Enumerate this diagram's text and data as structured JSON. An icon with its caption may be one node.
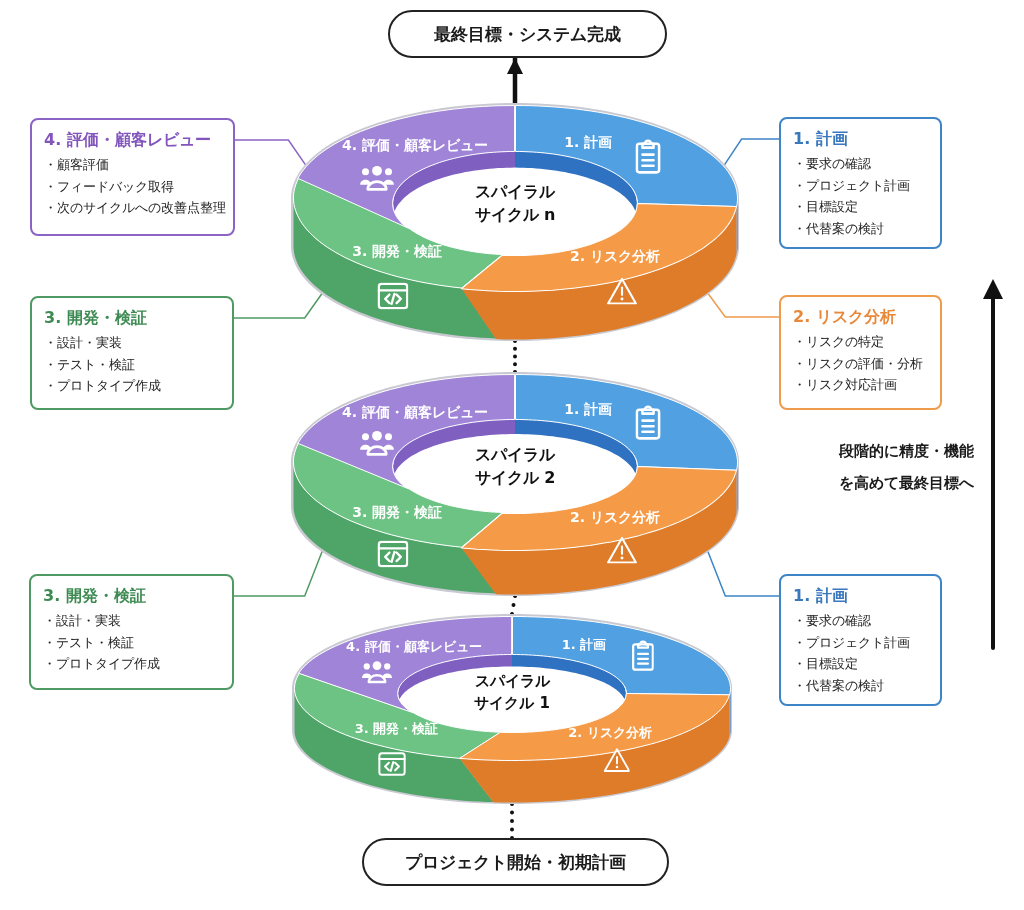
{
  "diagram": {
    "nodes": [
      {
        "text": [
          "最終目標・システム完成"
        ]
      },
      {
        "text": [
          "4. 評価・顧客レビュー",
          "・顧客評価",
          "・フィードバック取得",
          "・次のサイクルへの改善点整理"
        ]
      },
      {
        "text": [
          "スパイラルサイクル n"
        ]
      },
      {
        "text": [
          "4. 評価・顧客レビュー"
        ],
        "in": 2
      },
      {
        "text": [
          "1. 計画"
        ],
        "in": 2
      },
      {
        "text": [
          "3. 開発・検証"
        ],
        "in": 2
      },
      {
        "text": [
          "2. リスク分析"
        ],
        "in": 2
      },
      {
        "text": [
          "1. 計画",
          "・要求の確認",
          "・プロジェクト計画",
          "・目標設定",
          "・代替案の検討"
        ]
      },
      {
        "text": [
          "3. 開発・検証",
          "・設計・実装",
          "・テスト・検証",
          "・プロトタイプ作成"
        ]
      },
      {
        "text": [
          "2. リスク分析",
          "・リスクの特定",
          "・リスクの評価・分析",
          "・リスク対応計画"
        ]
      },
      {
        "text": [
          "スパイラルサイクル 2"
        ]
      },
      {
        "text": [
          "4. 評価・顧客レビュー"
        ],
        "in": 10
      },
      {
        "text": [
          "1. 計画"
        ],
        "in": 10
      },
      {
        "text": [
          "3. 開発・検証"
        ],
        "in": 10
      },
      {
        "text": [
          "2. リスク分析"
        ],
        "in": 10
      },
      {
        "text": [
          "3. 開発・検証",
          "・設計・実装",
          "・テスト・検証",
          "・プロトタイプ作成"
        ]
      },
      {
        "text": [
          "1. 計画",
          "・要求の確認",
          "・プロジェクト計画",
          "・目標設定",
          "・代替案の検討"
        ]
      },
      {
        "text": [
          "スパイラルサイクル 1"
        ]
      },
      {
        "text": [
          "4. 評価・顧客レビュー"
        ],
        "in": 17
      },
      {
        "text": [
          "1. 計画"
        ],
        "in": 17
      },
      {
        "text": [
          "3. 開発・検証"
        ],
        "in": 17
      },
      {
        "text": [
          "2. リスク分析"
        ],
        "in": 17
      },
      {
        "text": [
          "プロジェクト開始・初期計画"
        ]
      }
    ],
    "edges": [
      {
        "from": 2,
        "to": 0,
        "arrow": "to",
        "style": "thick"
      },
      {
        "from": 1,
        "to": 3,
        "arrow": "none",
        "color": "#8a63c4"
      },
      {
        "from": 7,
        "to": 4,
        "arrow": "none",
        "color": "#3d85c6"
      },
      {
        "from": 8,
        "to": 5,
        "arrow": "none",
        "color": "#4f9a62"
      },
      {
        "from": 9,
        "to": 6,
        "arrow": "none",
        "color": "#ef9b4c"
      },
      {
        "from": 10,
        "to": 2,
        "arrow": "none",
        "style": "dashed"
      },
      {
        "from": 15,
        "to": 13,
        "arrow": "none",
        "color": "#4f9a62"
      },
      {
        "from": 16,
        "to": 14,
        "arrow": "none",
        "color": "#3d85c6"
      },
      {
        "from": 17,
        "to": 10,
        "arrow": "none",
        "style": "dashed"
      },
      {
        "from": 22,
        "to": 17,
        "arrow": "none",
        "style": "dashed"
      }
    ],
    "labels": [
      "段階的に精度・機能を高めて最終目標へ"
    ]
  }
}
